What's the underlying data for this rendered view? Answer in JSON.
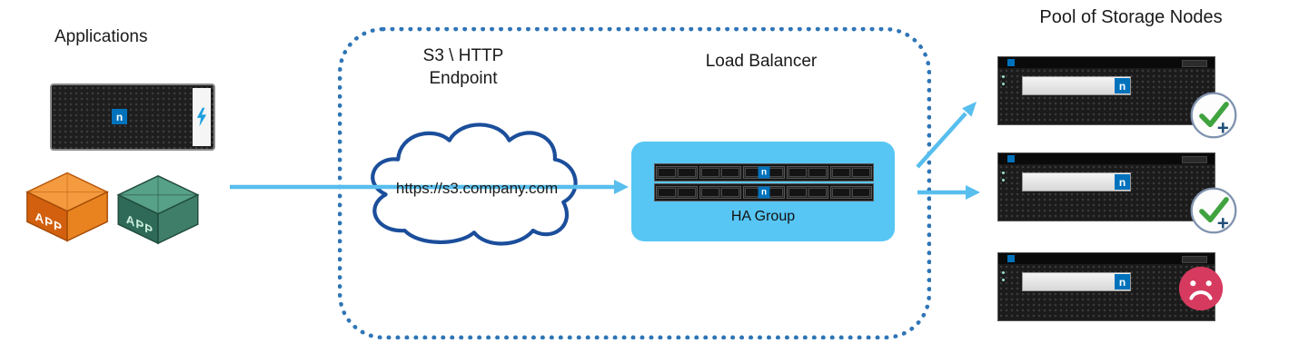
{
  "labels": {
    "applications": "Applications",
    "endpoint_line1": "S3 \\ HTTP",
    "endpoint_line2": "Endpoint",
    "endpoint_url": "https://s3.company.com",
    "load_balancer": "Load Balancer",
    "ha_group": "HA Group",
    "pool_title": "Pool of Storage Nodes",
    "app_orange": "APP",
    "app_green": "APP",
    "logo_letter": "n"
  },
  "icons": {
    "plus": "+",
    "lightning_bolt": "⚡",
    "check": "✓",
    "sad_face": "☹",
    "cloud": "☁"
  },
  "colors": {
    "arrow_blue": "#57BEEE",
    "dotted_border_blue": "#2E75B6",
    "ha_box_blue": "#57C6F4",
    "cloud_outline_blue": "#1B4E9B",
    "netapp_blue": "#0072BC",
    "check_green": "#3FA33F",
    "plus_navy": "#1F4E79",
    "sad_red": "#D63A5E",
    "app_orange_face": "#D2600E",
    "app_green_face": "#3F7E69"
  }
}
